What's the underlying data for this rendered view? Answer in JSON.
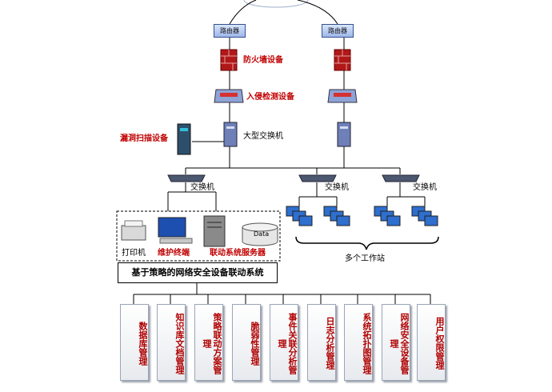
{
  "routers": {
    "left": "路由器",
    "right": "路由器"
  },
  "devices": {
    "firewall": "防火墙设备",
    "ids": "入侵检测设备",
    "scanner": "漏洞扫描设备",
    "core_switch": "大型交换机",
    "switch_left": "交换机",
    "switch_mid": "交换机",
    "switch_right": "交换机"
  },
  "linkage_group": {
    "printer": "打印机",
    "terminal": "维护终端",
    "server": "联动系统服务器",
    "data_label": "Data"
  },
  "workstations_label": "多个工作站",
  "system_title": "基于策略的网络安全设备联动系统",
  "modules": [
    "数据库管理",
    "知识库文档管理",
    "策略联动方案管理",
    "脆弱性管理",
    "事件关联分析管理",
    "日志分析管理",
    "系统拓扑图管理",
    "网络安全设备管理",
    "用户权限管理"
  ],
  "colors": {
    "accent_red": "#c00000",
    "router_blue": "#9fb7ea"
  }
}
